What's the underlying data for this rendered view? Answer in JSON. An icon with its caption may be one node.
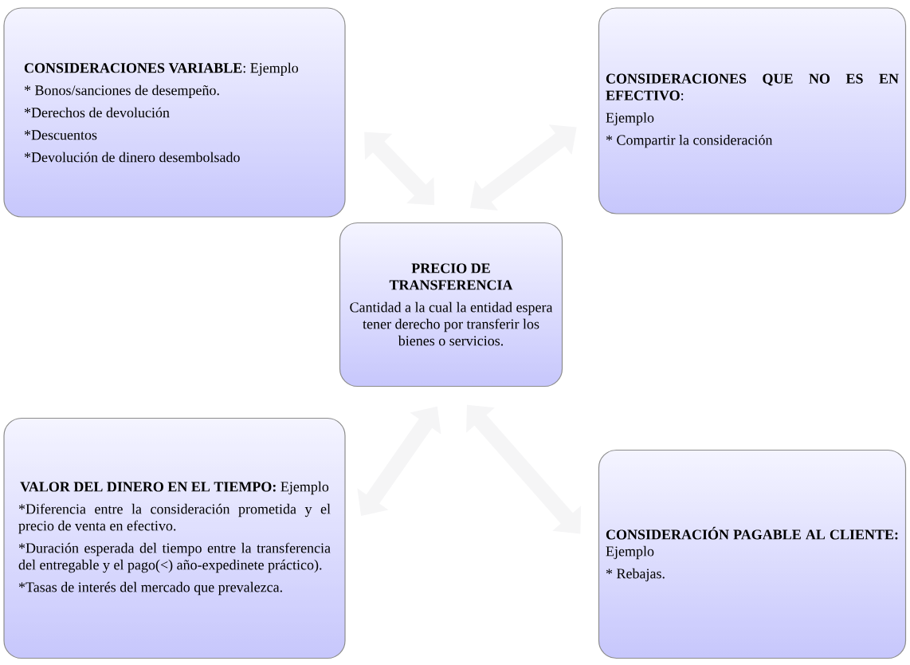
{
  "diagram": {
    "nodes": [
      {
        "text": [
          "**CONSIDERACIONES VARIABLE**: Ejemplo",
          "* Bonos/sanciones de desempeño.",
          "*Derechos de devolución",
          "*Descuentos",
          "*Devolución de dinero desembolsado"
        ]
      },
      {
        "text": [
          "**CONSIDERACIONES QUE NO ES EN EFECTIVO**:",
          "Ejemplo",
          "* Compartir la consideración"
        ]
      },
      {
        "text": [
          "PRECIO DE TRANSFERENCIA",
          "Cantidad a la cual la entidad espera tener derecho por transferir los bienes o servicios."
        ]
      },
      {
        "text": [
          "**VALOR DEL DINERO EN EL TIEMPO:** Ejemplo",
          "*Diferencia entre la consideración prometida y el precio de venta en efectivo.",
          "*Duración esperada del tiempo entre la transferencia del entregable y el pago(<) año-expedinete práctico).",
          "*Tasas de interés del mercado que prevalezca."
        ]
      },
      {
        "text": [
          "**CONSIDERACIÓN PAGABLE AL CLIENTE:** Ejemplo",
          "* Rebajas."
        ]
      }
    ],
    "edges": [
      {
        "from": 0,
        "to": 2,
        "arrow": "both"
      },
      {
        "from": 1,
        "to": 2,
        "arrow": "both"
      },
      {
        "from": 3,
        "to": 2,
        "arrow": "both"
      },
      {
        "from": 4,
        "to": 2,
        "arrow": "both"
      }
    ]
  }
}
